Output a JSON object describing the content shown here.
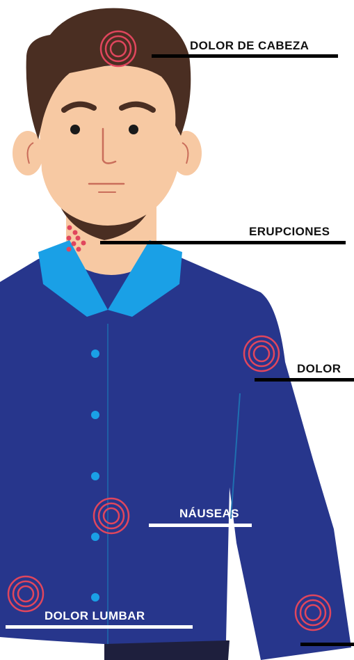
{
  "labels": {
    "headache": "DOLOR DE CABEZA",
    "rash": "ERUPCIONES",
    "pain": "DOLOR",
    "nausea": "NÁUSEAS",
    "lumbar": "DOLOR LUMBAR"
  },
  "colors": {
    "hair": "#4a2e22",
    "skin": "#f7c9a3",
    "ear_line": "#c96d5a",
    "beard": "#4a2e22",
    "shirt": "#27368c",
    "shirt_shadow": "#1f2b73",
    "collar": "#1aa0e6",
    "button": "#1aa0e6",
    "symptom_ring": "#e0465d",
    "rash_dot": "#e0465d",
    "pants": "#1e1f3d",
    "label_on_white": "#111111",
    "label_on_shirt": "#ffffff",
    "line_on_white": "#000000",
    "line_on_shirt": "#ffffff"
  }
}
